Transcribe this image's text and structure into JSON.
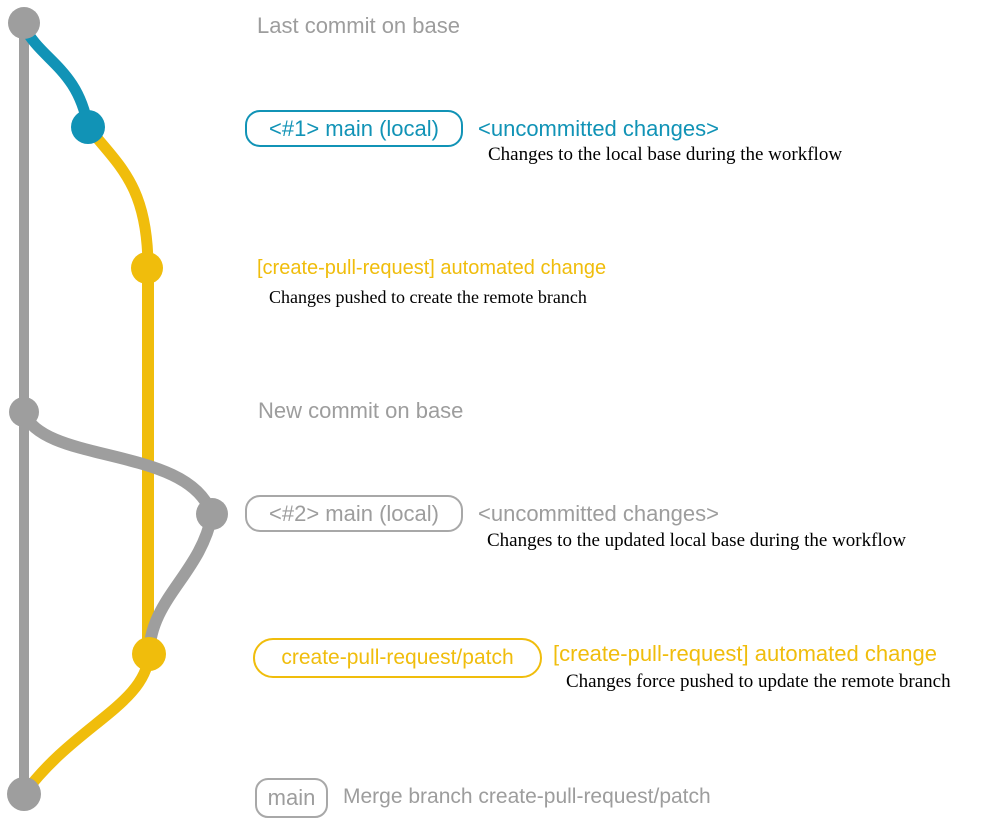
{
  "colors": {
    "gray": "#9e9e9e",
    "teal": "#1193b6",
    "yellow": "#f0bd0c",
    "description_text": "#000000"
  },
  "annotations": {
    "last_commit_on_base": "Last commit on base",
    "main_local_1": {
      "badge": "<#1> main (local)",
      "status": "<uncommitted changes>",
      "description": "Changes to the local base during the workflow"
    },
    "automated_change_1": {
      "message": "[create-pull-request] automated change",
      "description": "Changes pushed to create the remote branch"
    },
    "new_commit_on_base": "New commit on base",
    "main_local_2": {
      "badge": "<#2> main (local)",
      "status": "<uncommitted changes>",
      "description": "Changes to the updated local base during the workflow"
    },
    "patch_branch": {
      "badge": "create-pull-request/patch",
      "message": "[create-pull-request] automated change",
      "description": "Changes force pushed to update the remote branch"
    },
    "merge": {
      "badge": "main",
      "message": "Merge branch create-pull-request/patch"
    }
  }
}
